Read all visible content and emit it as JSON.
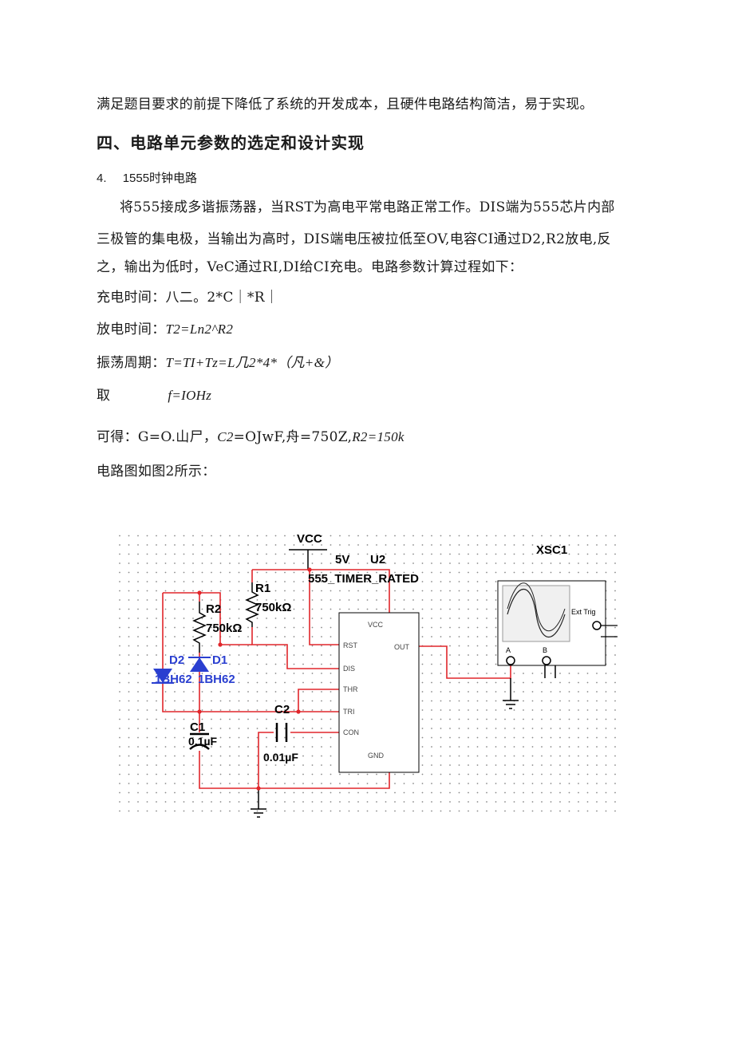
{
  "doc": {
    "line1": "满足题目要求的前提下降低了系统的开发成本，且硬件电路结构简洁，易于实现。",
    "section_title": "四、电路单元参数的选定和设计实现",
    "sub_num": "4.",
    "sub_title": "1555时钟电路",
    "para1": "将555接成多谐振荡器，当RST为高电平常电路正常工作。DIS端为555芯片内部",
    "para2": "三极管的集电极，当输出为高时，DIS端电压被拉低至OV,电容CI通过D2,R2放电,反",
    "para3": "之，输出为低时，VeC通过RI,DI给CI充电。电路参数计算过程如下：",
    "charge_label": "充电时间：",
    "charge_formula": "八二。2*C｜*R｜",
    "discharge_label": "放电时间：",
    "discharge_formula": "T2=Ln2^R2",
    "period_label": "振荡周期：",
    "period_formula": "T=TI+Tz=L几2*4*（凡+&）",
    "take_label": "取",
    "take_formula": "f=IOHz",
    "result_label": "可得：",
    "result_a": "G=O.山尸，",
    "result_b": "C2",
    "result_c": "=OJwF,舟=750Z,",
    "result_d": "R2",
    "result_e": "=150k",
    "figure_caption": "电路图如图2所示："
  },
  "schematic": {
    "vcc": "VCC",
    "v5": "5V",
    "u2": "U2",
    "timer": "555_TIMER_RATED",
    "xsc1": "XSC1",
    "r1": "R1",
    "r1_val": "750kΩ",
    "r2": "R2",
    "r2_val": "750kΩ",
    "d2": "D2",
    "d1": "D1",
    "d2_val": "1BH62",
    "d1_val": "1BH62",
    "c1": "C1",
    "c1_val": "0.1µF",
    "c2": "C2",
    "c2_val": "0.01µF",
    "pin_vcc": "VCC",
    "pin_rst": "RST",
    "pin_dis": "DIS",
    "pin_thr": "THR",
    "pin_tri": "TRI",
    "pin_con": "CON",
    "pin_gnd": "GND",
    "pin_out": "OUT",
    "ext_trig": "Ext Trig",
    "ch_a": "A",
    "ch_b": "B",
    "wire_color": "#e0262b",
    "diode_color": "#2a3fd0"
  }
}
